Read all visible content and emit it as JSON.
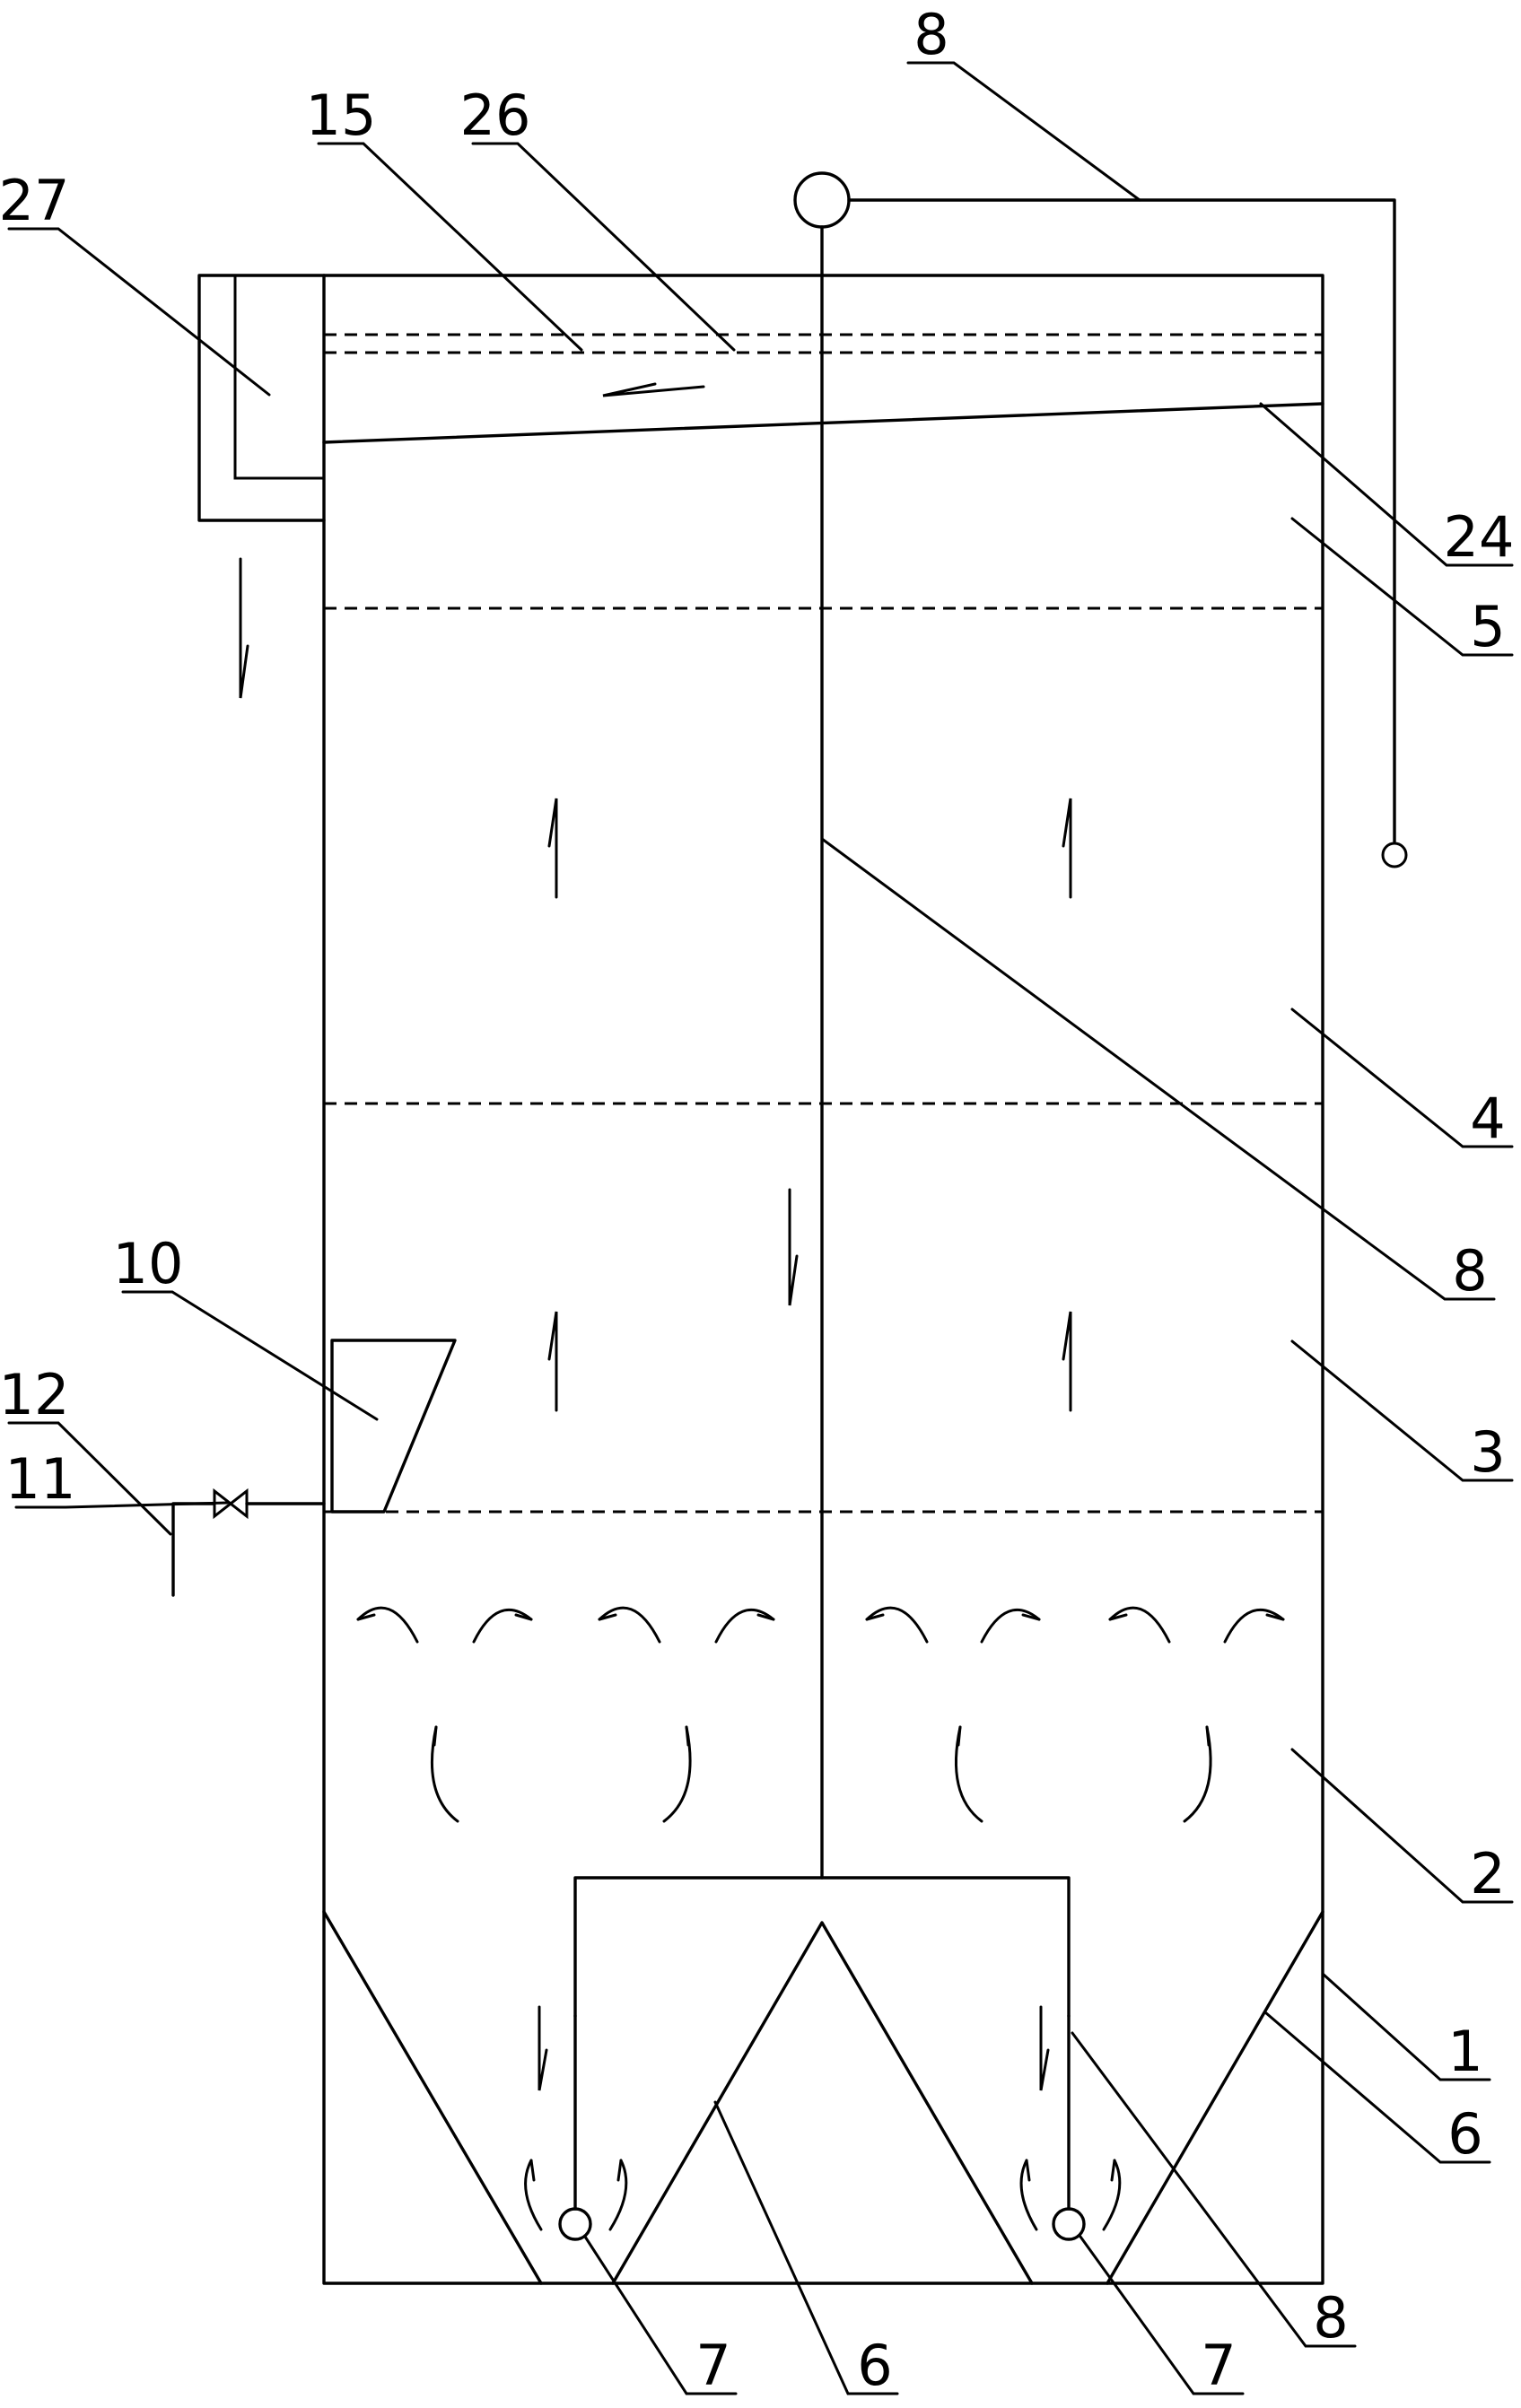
{
  "labels": {
    "n1": "1",
    "n2": "2",
    "n3": "3",
    "n4": "4",
    "n5": "5",
    "n6_right": "6",
    "n6_bottom": "6",
    "n7_left": "7",
    "n7_right": "7",
    "n8_top": "8",
    "n8_mid": "8",
    "n8_bottom": "8",
    "n10": "10",
    "n11": "11",
    "n12": "12",
    "n15": "15",
    "n24": "24",
    "n26": "26",
    "n27": "27"
  }
}
